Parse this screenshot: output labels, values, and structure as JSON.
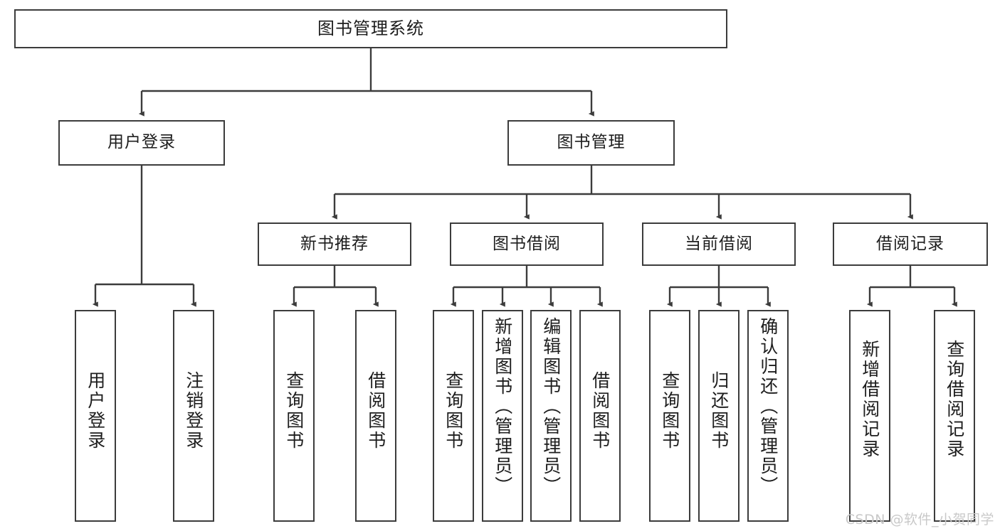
{
  "diagram": {
    "title": "图书管理系统",
    "type": "tree-hierarchy-diagram",
    "edge_color": "#3c3c3c",
    "box_border_color": "#3c3c3c",
    "box_fill_color": "#ffffff",
    "text_color": "#1d1d1d",
    "background_color": "#ffffff"
  },
  "nodes": {
    "root": {
      "label": "图书管理系统"
    },
    "level2": [
      {
        "label": "用户登录"
      },
      {
        "label": "图书管理"
      }
    ],
    "level3": [
      {
        "label": "新书推荐"
      },
      {
        "label": "图书借阅"
      },
      {
        "label": "当前借阅"
      },
      {
        "label": "借阅记录"
      }
    ],
    "leaves_user_login": [
      {
        "label": "用户登录"
      },
      {
        "label": "注销登录"
      }
    ],
    "leaves_new_book": [
      {
        "label": "查询图书"
      },
      {
        "label": "借阅图书"
      }
    ],
    "leaves_borrow": [
      {
        "label": "查询图书"
      },
      {
        "label": "新增图书（管理员）"
      },
      {
        "label": "编辑图书（管理员）"
      },
      {
        "label": "借阅图书"
      }
    ],
    "leaves_current": [
      {
        "label": "查询图书"
      },
      {
        "label": "归还图书"
      },
      {
        "label": "确认归还（管理员）"
      }
    ],
    "leaves_records": [
      {
        "label": "新增借阅记录"
      },
      {
        "label": "查询借阅记录"
      }
    ]
  },
  "watermark": {
    "text": "CSDN @软件_小贺同学"
  }
}
